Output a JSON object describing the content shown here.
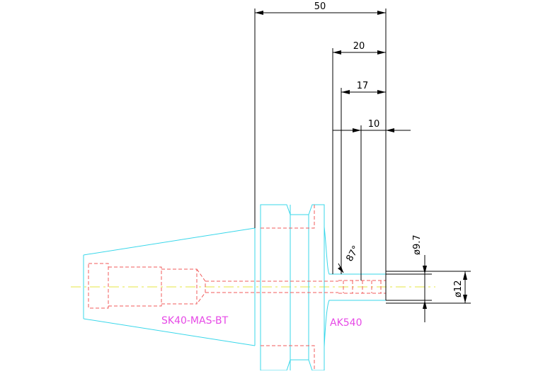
{
  "colors": {
    "background": "#ffffff",
    "outline": "#39d7ea",
    "hidden": "#f05b5b",
    "centerline": "#e6e643",
    "dimension": "#000000",
    "label": "#e649e6"
  },
  "dimensions": {
    "d50": "50",
    "d20": "20",
    "d17": "17",
    "d10": "10",
    "angle": "87°",
    "dia97": "ø9.7",
    "dia12": "ø12"
  },
  "labels": {
    "holder": "SK40-MAS-BT",
    "adapter": "AK540"
  }
}
